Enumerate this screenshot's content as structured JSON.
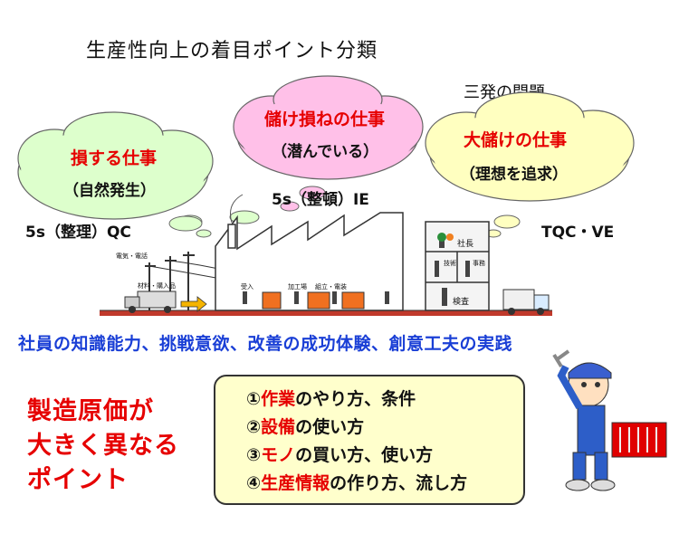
{
  "title": "生産性向上の着目ポイント分類",
  "sanpatsu": "三発の問題",
  "clouds": {
    "left": {
      "title": "損する仕事",
      "sub": "（自然発生）"
    },
    "middle": {
      "title": "儲け損ねの仕事",
      "sub": "（潜んでいる）"
    },
    "right": {
      "title": "大儲けの仕事",
      "sub": "（理想を追求）"
    }
  },
  "labels": {
    "left": "5s（整理）QC",
    "middle": "5s（整頓）IE",
    "right": "TQC・VE"
  },
  "factory": {
    "poles": "電気・電話",
    "materials": "材料・購入品",
    "receive": "受入",
    "process": "加工場",
    "assembly": "組立・電装",
    "president": "社長",
    "tech": "技術",
    "office": "事務",
    "inspect": "検査"
  },
  "slogan": "社員の知識能力、挑戦意欲、改善の成功体験、創意工夫の実践",
  "big_red": [
    "製造原価が",
    "大きく異なる",
    "ポイント"
  ],
  "points": [
    {
      "num": "①",
      "key": "作業",
      "rest": "のやり方、条件"
    },
    {
      "num": "②",
      "key": "設備",
      "rest": "の使い方"
    },
    {
      "num": "③",
      "key": "モノ",
      "rest": "の買い方、使い方"
    },
    {
      "num": "④",
      "key": "生産情報",
      "rest": "の作り方、流し方"
    }
  ],
  "colors": {
    "cloud_left": "#ddffcc",
    "cloud_middle": "#ffc0e8",
    "cloud_right": "#ffffc0",
    "accent_red": "#e60000",
    "slogan_blue": "#1a3fd6"
  }
}
